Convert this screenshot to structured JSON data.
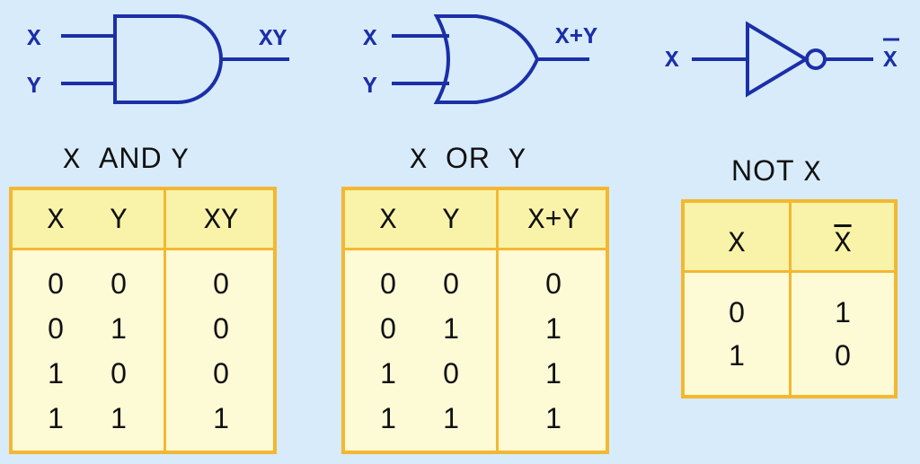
{
  "gates": {
    "and": {
      "in1": "X",
      "in2": "Y",
      "out": "XY"
    },
    "or": {
      "in1": "X",
      "in2": "Y",
      "out": "X+Y"
    },
    "not": {
      "in1": "X",
      "out": "X"
    }
  },
  "captions": {
    "and": {
      "a": "X",
      "op": "AND",
      "b": "Y"
    },
    "or": {
      "a": "X",
      "op": "OR",
      "b": "Y"
    },
    "not": {
      "op": "NOT",
      "a": "X"
    }
  },
  "tables": {
    "and": {
      "headers": [
        "X",
        "Y",
        "XY"
      ],
      "rows": [
        [
          "0",
          "0",
          "0"
        ],
        [
          "0",
          "1",
          "0"
        ],
        [
          "1",
          "0",
          "0"
        ],
        [
          "1",
          "1",
          "1"
        ]
      ]
    },
    "or": {
      "headers": [
        "X",
        "Y",
        "X+Y"
      ],
      "rows": [
        [
          "0",
          "0",
          "0"
        ],
        [
          "0",
          "1",
          "1"
        ],
        [
          "1",
          "0",
          "1"
        ],
        [
          "1",
          "1",
          "1"
        ]
      ]
    },
    "not": {
      "headers": [
        "X",
        "X"
      ],
      "rows": [
        [
          "0",
          "1"
        ],
        [
          "1",
          "0"
        ]
      ]
    }
  },
  "colors": {
    "background": "#d7ebfb",
    "gate_stroke": "#1b2fa8",
    "table_border": "#f4b731",
    "table_header": "#f8f3a8",
    "table_body": "#fdfad6"
  }
}
